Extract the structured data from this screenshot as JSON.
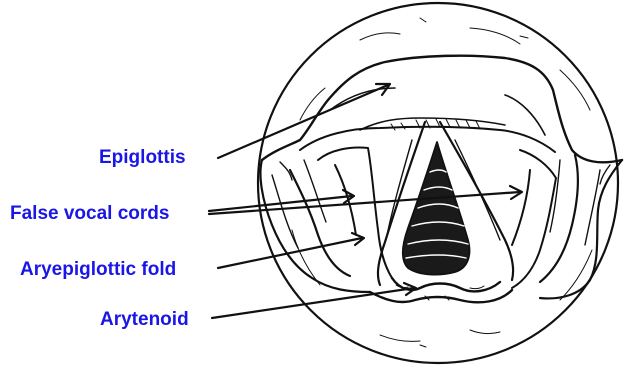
{
  "colors": {
    "label": "#1a16e6",
    "ink": "#111111",
    "background": "#ffffff"
  },
  "labels": {
    "epiglottis": "Epiglottis",
    "false_vocal_cords": "False vocal cords",
    "aryepiglottic_fold": "Aryepiglottic fold",
    "arytenoid": "Arytenoid"
  }
}
